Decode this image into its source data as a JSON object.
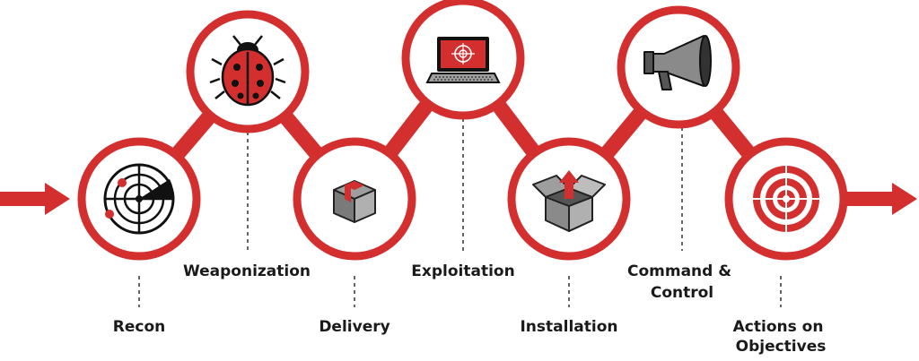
{
  "colors": {
    "accent": "#d32f2f",
    "ink": "#1a1a1a",
    "background": "#ffffff"
  },
  "stages": [
    {
      "label_lines": [
        "Recon"
      ],
      "icon": "radar-icon"
    },
    {
      "label_lines": [
        "Weaponization"
      ],
      "icon": "ladybug-icon"
    },
    {
      "label_lines": [
        "Delivery"
      ],
      "icon": "package-icon"
    },
    {
      "label_lines": [
        "Exploitation"
      ],
      "icon": "laptop-target-icon"
    },
    {
      "label_lines": [
        "Installation"
      ],
      "icon": "open-box-arrow-icon"
    },
    {
      "label_lines": [
        "Command &",
        "Control"
      ],
      "icon": "megaphone-icon"
    },
    {
      "label_lines": [
        "Actions on",
        "Objectives"
      ],
      "icon": "target-icon"
    }
  ]
}
